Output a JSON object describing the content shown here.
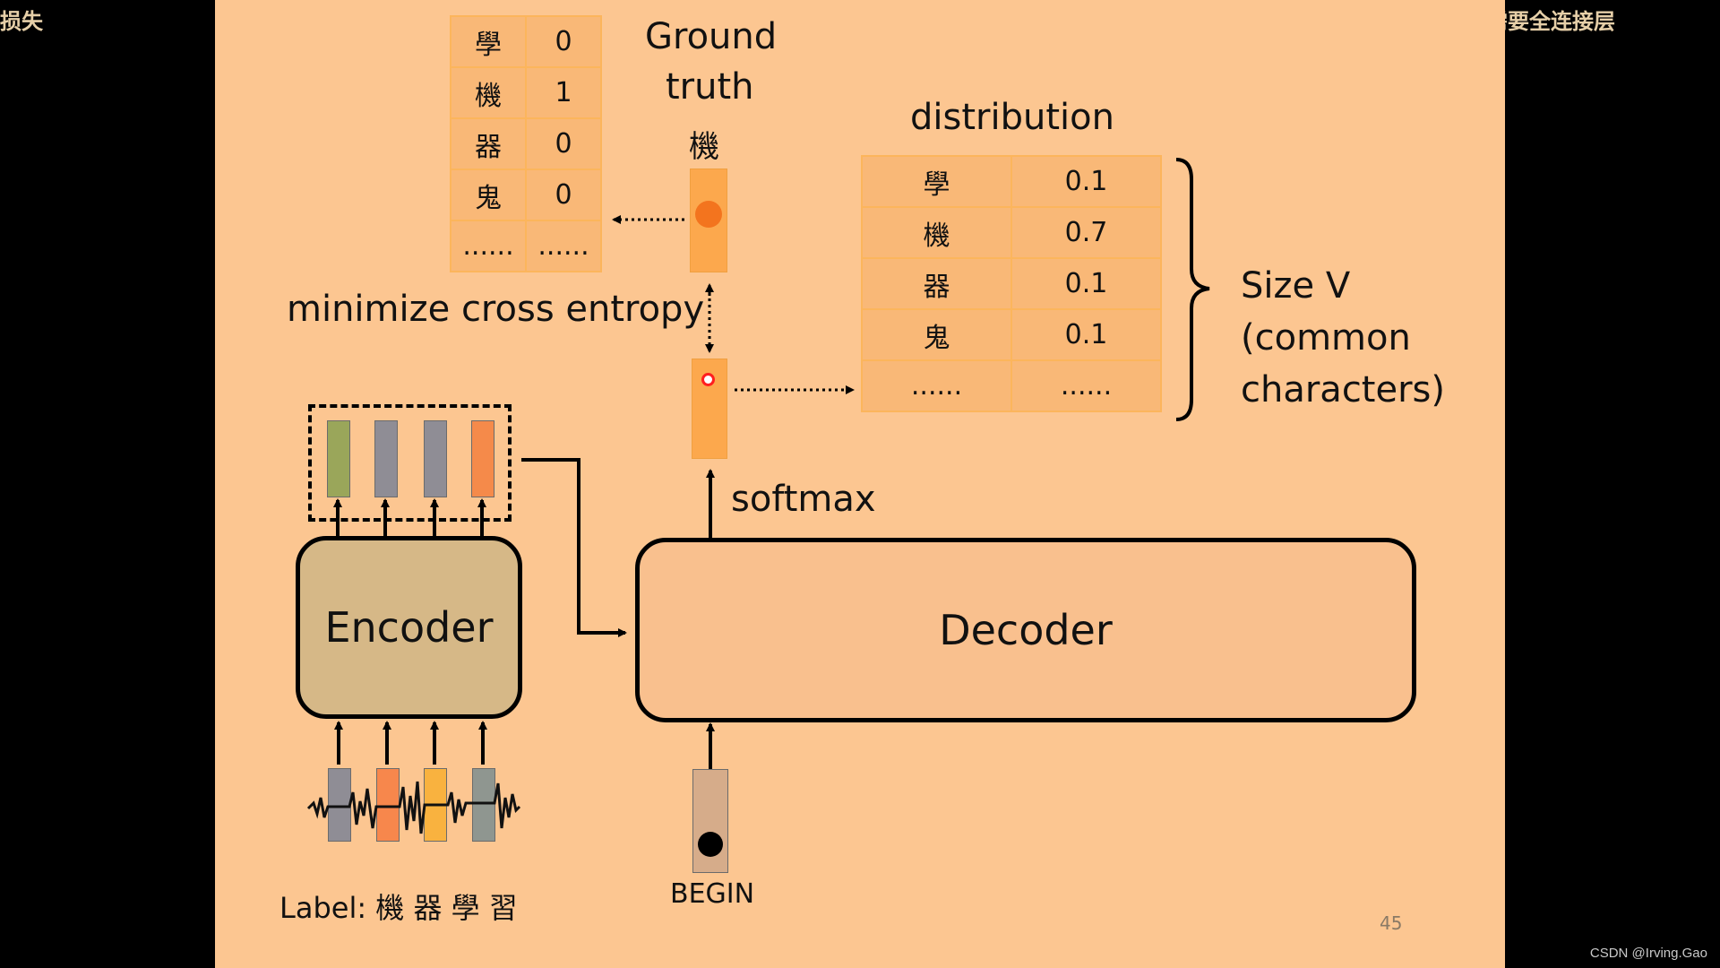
{
  "overlay": {
    "subtitle_left": "损失",
    "subtitle_right": "所以我们才会需要全连接层",
    "watermark": "CSDN @Irving.Gao"
  },
  "slide": {
    "ground_truth_label_line1": "Ground",
    "ground_truth_label_line2": "truth",
    "ground_truth_char": "機",
    "distribution_label": "distribution",
    "minimize_label": "minimize cross entropy",
    "softmax_label": "softmax",
    "size_label_line1": "Size V",
    "size_label_line2": "(common",
    "size_label_line3": "characters)",
    "encoder_label": "Encoder",
    "decoder_label": "Decoder",
    "begin_label": "BEGIN",
    "label_text": "Label: 機  器  學  習",
    "page_number": "45"
  },
  "ground_truth_table": [
    {
      "char": "學",
      "value": "0"
    },
    {
      "char": "機",
      "value": "1"
    },
    {
      "char": "器",
      "value": "0"
    },
    {
      "char": "鬼",
      "value": "0"
    },
    {
      "char": "......",
      "value": "......"
    }
  ],
  "distribution_table": [
    {
      "char": "學",
      "value": "0.1"
    },
    {
      "char": "機",
      "value": "0.7"
    },
    {
      "char": "器",
      "value": "0.1"
    },
    {
      "char": "鬼",
      "value": "0.1"
    },
    {
      "char": "......",
      "value": "......"
    }
  ],
  "colors": {
    "slide_bg": "#fcc691",
    "cell_bg": "#f9b877",
    "vector": "#fca84d",
    "enc_green": "#9aa65a",
    "enc_grey": "#8f8d95",
    "enc_orange": "#f58a4a",
    "input_orange": "#f7874c",
    "input_yellow": "#f9b23f",
    "input_grey": "#8f9690",
    "begin_fill": "#d6ac8a"
  }
}
